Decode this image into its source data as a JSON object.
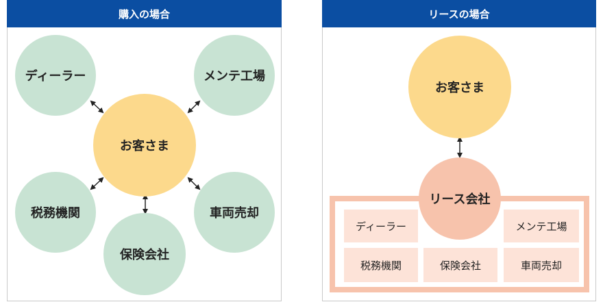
{
  "purchase": {
    "title": "購入の場合",
    "center": "お客さま",
    "nodes": {
      "dealer": "ディーラー",
      "maintenance": "メンテ工場",
      "tax": "税務機関",
      "vehicle_sale": "車両売却",
      "insurance": "保険会社"
    }
  },
  "lease": {
    "title": "リースの場合",
    "customer": "お客さま",
    "company": "リース会社",
    "boxes": {
      "dealer": "ディーラー",
      "maintenance": "メンテ工場",
      "tax": "税務機関",
      "insurance": "保険会社",
      "vehicle_sale": "車両売却"
    }
  },
  "colors": {
    "header": "#0b4ea2",
    "customer": "#fcd98c",
    "party": "#c8e3d3",
    "lease_company": "#f7c3ac",
    "box": "#fde3d8"
  }
}
